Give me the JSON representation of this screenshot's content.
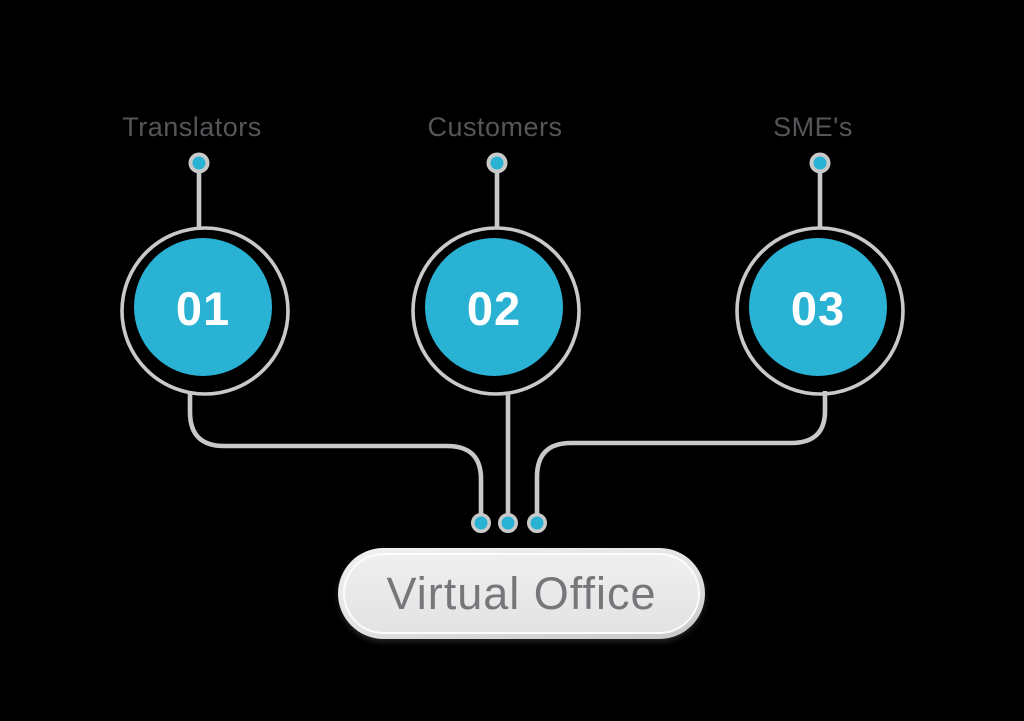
{
  "diagram": {
    "nodes": [
      {
        "label": "Translators",
        "number": "01"
      },
      {
        "label": "Customers",
        "number": "02"
      },
      {
        "label": "SME's",
        "number": "03"
      }
    ],
    "target_label": "Virtual Office"
  },
  "colors": {
    "accent": "#29b2d3",
    "line": "#c9c9c9",
    "label_text": "#55565a",
    "target_text": "#76777a",
    "number_text": "#ffffff",
    "background": "#000000"
  }
}
